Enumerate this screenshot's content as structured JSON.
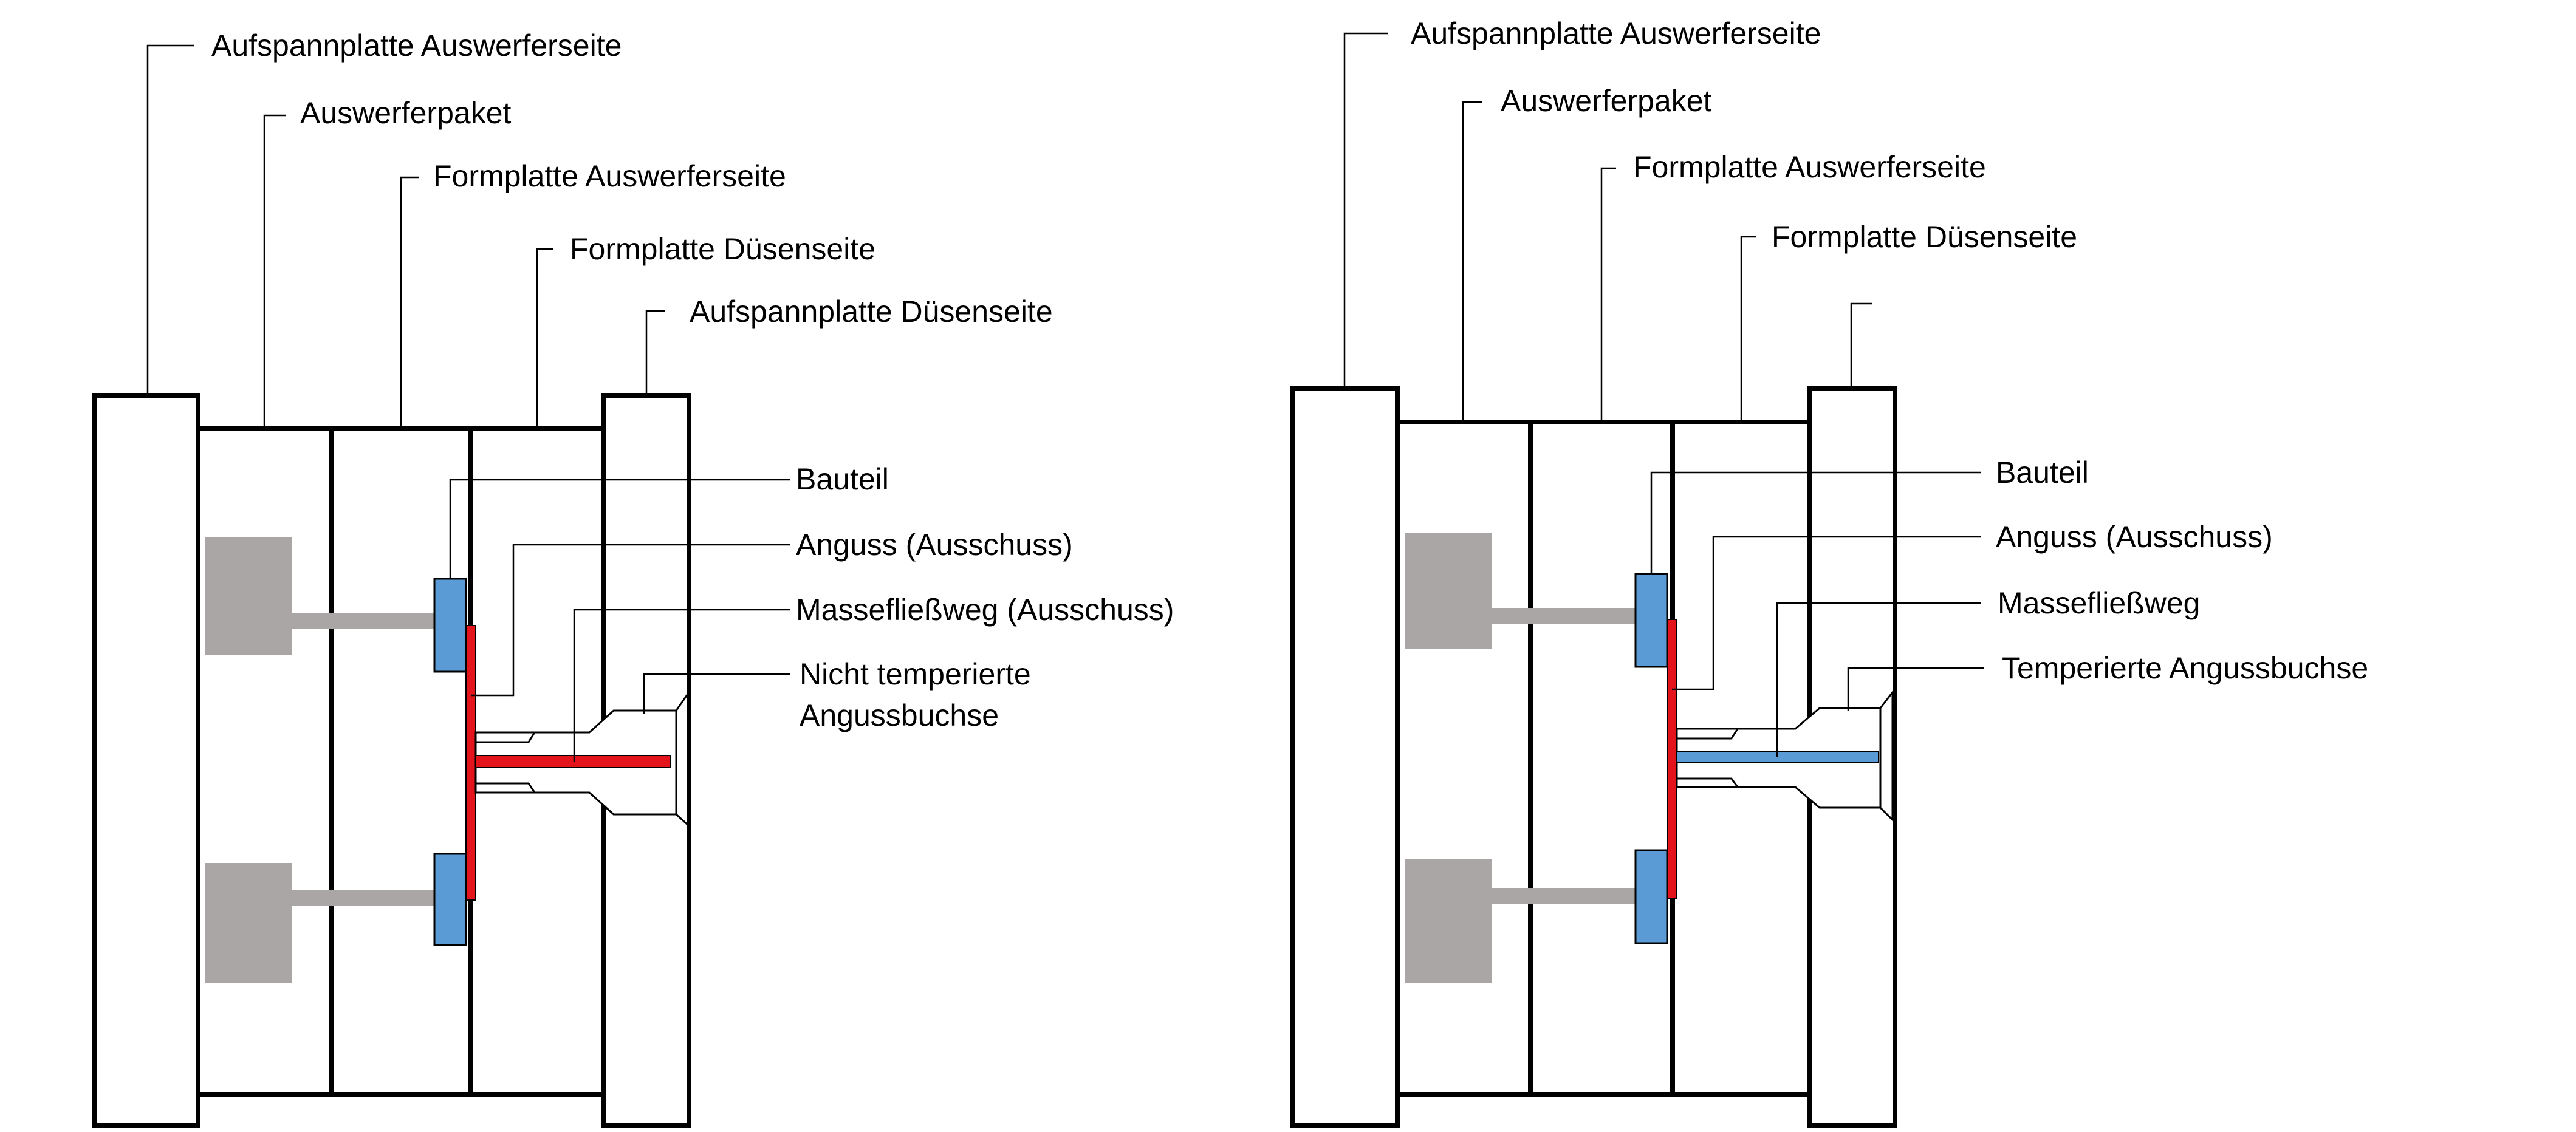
{
  "diagrams": [
    {
      "labels": {
        "clamp_ejector": "Aufspannplatte Auswerferseite",
        "ejector_pack": "Auswerferpaket",
        "mold_ejector": "Formplatte Auswerferseite",
        "mold_nozzle": "Formplatte Düsenseite",
        "clamp_nozzle": "Aufspannplatte Düsenseite",
        "part": "Bauteil",
        "sprue": "Anguss (Ausschuss)",
        "flow_path": "Massefließweg (Ausschuss)",
        "bushing_line1": "Nicht temperierte",
        "bushing_line2": "Angussbuchse"
      },
      "colors": {
        "flow_path": "#e3141b",
        "sprue": "#e3141b",
        "part": "#5b9bd5",
        "ejector": "#aaa6a5"
      }
    },
    {
      "labels": {
        "clamp_ejector": "Aufspannplatte Auswerferseite",
        "ejector_pack": "Auswerferpaket",
        "mold_ejector": "Formplatte Auswerferseite",
        "mold_nozzle": "Formplatte Düsenseite",
        "part": "Bauteil",
        "sprue": "Anguss (Ausschuss)",
        "flow_path": "Massefließweg",
        "bushing": "Temperierte Angussbuchse"
      },
      "colors": {
        "flow_path": "#5b9bd5",
        "sprue": "#e3141b",
        "part": "#5b9bd5",
        "ejector": "#aaa6a5"
      }
    }
  ]
}
